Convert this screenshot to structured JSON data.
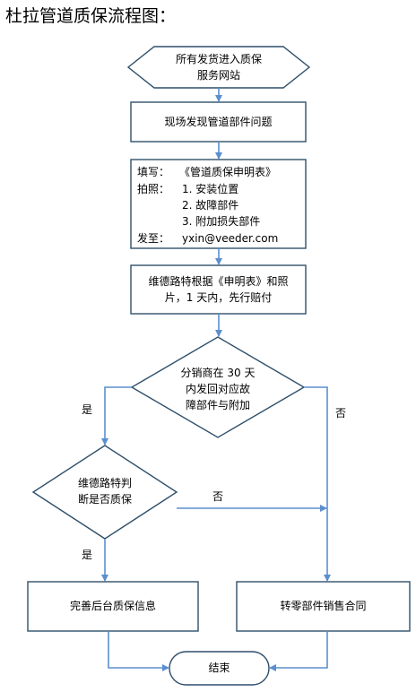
{
  "title": "杜拉管道质保流程图：",
  "nodes": {
    "start": {
      "line1": "所有发货进入质保",
      "line2": "服务网站"
    },
    "find_problem": {
      "text": "现场发现管道部件问题"
    },
    "fill_form": {
      "fill_label": "填写：",
      "fill_value": "《管道质保申明表》",
      "photo_label": "拍照：",
      "photo_items": [
        "1.  安装位置",
        "2.  故障部件",
        "3.  附加损失部件"
      ],
      "send_label": "发至：",
      "send_value": "yxin@veeder.com"
    },
    "compensate": {
      "line1": "维德路特根据《申明表》和照",
      "line2": "片，1 天内，先行赔付"
    },
    "decision_return": {
      "line1": "分销商在 30 天",
      "line2": "内发回对应故",
      "line3": "障部件与附加"
    },
    "decision_warranty": {
      "line1": "维德路特判",
      "line2": "断是否质保"
    },
    "complete_info": {
      "text": "完善后台质保信息"
    },
    "sales_contract": {
      "text": "转零部件销售合同"
    },
    "end": {
      "text": "结束"
    }
  },
  "edge_labels": {
    "yes_1": "是",
    "no_1": "否",
    "no_2": "否",
    "yes_2": "是"
  },
  "colors": {
    "stroke": "#2f4f6a",
    "arrow": "#5b8fce"
  }
}
